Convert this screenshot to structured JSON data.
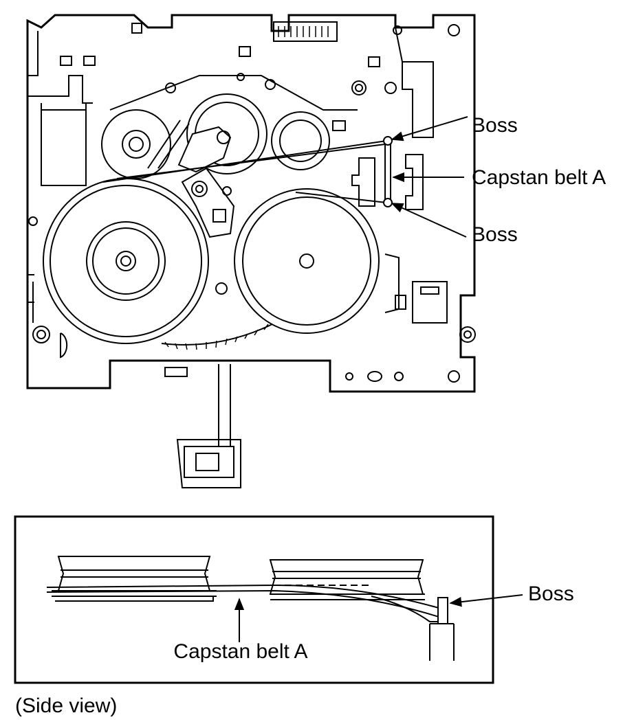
{
  "labels": {
    "boss_top": "Boss",
    "capstan_belt_a_top": "Capstan belt A",
    "boss_bottom": "Boss",
    "boss_side": "Boss",
    "capstan_belt_a_side": "Capstan belt A",
    "side_view_caption": "(Side view)"
  }
}
